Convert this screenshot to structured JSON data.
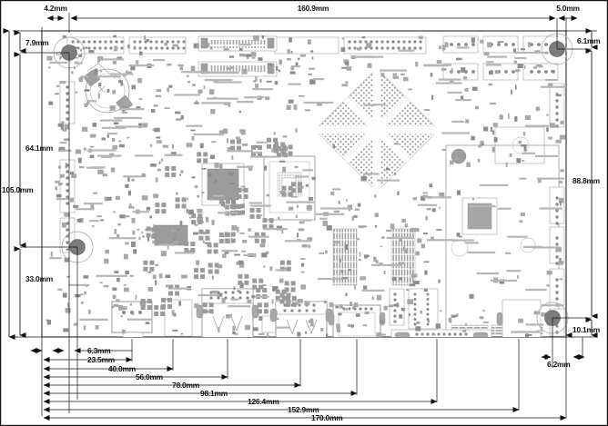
{
  "drawing": {
    "type": "mechanical-dimension-drawing",
    "subject": "single-board-computer-pcb",
    "units": "mm",
    "background_color": "#ffffff",
    "line_color": "#1a1a1a",
    "component_color": "#8c8c8c",
    "component_fill": "#bfbfbf",
    "outline_color": "#4d4d4d"
  },
  "dimensions": {
    "top": [
      {
        "id": "dim-4-2",
        "label": "4.2mm",
        "value": 4.2,
        "orientation": "horizontal",
        "position": "top-left"
      },
      {
        "id": "dim-160-9",
        "label": "160.9mm",
        "value": 160.9,
        "orientation": "horizontal",
        "position": "top-center"
      },
      {
        "id": "dim-5-0",
        "label": "5.0mm",
        "value": 5.0,
        "orientation": "horizontal",
        "position": "top-right"
      }
    ],
    "left": [
      {
        "id": "dim-7-9",
        "label": "7.9mm",
        "value": 7.9,
        "orientation": "vertical",
        "position": "left-top"
      },
      {
        "id": "dim-64-1",
        "label": "64.1mm",
        "value": 64.1,
        "orientation": "vertical",
        "position": "left-upper"
      },
      {
        "id": "dim-105-0",
        "label": "105.0mm",
        "value": 105.0,
        "orientation": "vertical",
        "position": "left-full"
      },
      {
        "id": "dim-33-0",
        "label": "33.0mm",
        "value": 33.0,
        "orientation": "vertical",
        "position": "left-lower"
      }
    ],
    "right": [
      {
        "id": "dim-6-1",
        "label": "6.1mm",
        "value": 6.1,
        "orientation": "vertical",
        "position": "right-top"
      },
      {
        "id": "dim-88-8",
        "label": "88.8mm",
        "value": 88.8,
        "orientation": "vertical",
        "position": "right-middle"
      },
      {
        "id": "dim-10-1",
        "label": "10.1mm",
        "value": 10.1,
        "orientation": "vertical",
        "position": "right-bottom"
      }
    ],
    "bottom": [
      {
        "id": "dim-6-3",
        "label": "6.3mm",
        "value": 6.3,
        "orientation": "horizontal",
        "row": 1
      },
      {
        "id": "dim-23-5",
        "label": "23.5mm",
        "value": 23.5,
        "orientation": "horizontal",
        "row": 2
      },
      {
        "id": "dim-40-0",
        "label": "40.0mm",
        "value": 40.0,
        "orientation": "horizontal",
        "row": 3
      },
      {
        "id": "dim-56-0",
        "label": "56.0mm",
        "value": 56.0,
        "orientation": "horizontal",
        "row": 4
      },
      {
        "id": "dim-78-0",
        "label": "78.0mm",
        "value": 78.0,
        "orientation": "horizontal",
        "row": 5
      },
      {
        "id": "dim-98-1",
        "label": "98.1mm",
        "value": 98.1,
        "orientation": "horizontal",
        "row": 6
      },
      {
        "id": "dim-126-4",
        "label": "126.4mm",
        "value": 126.4,
        "orientation": "horizontal",
        "row": 7
      },
      {
        "id": "dim-152-9",
        "label": "152.9mm",
        "value": 152.9,
        "orientation": "horizontal",
        "row": 8
      },
      {
        "id": "dim-170-0",
        "label": "170.0mm",
        "value": 170.0,
        "orientation": "horizontal",
        "row": 9
      },
      {
        "id": "dim-6-2",
        "label": "6.2mm",
        "value": 6.2,
        "orientation": "horizontal",
        "position": "bottom-right"
      }
    ]
  },
  "board": {
    "width_mm": 170.0,
    "height_mm": 105.0,
    "mounting_holes": [
      {
        "id": "hole-top-left",
        "x_mm": 4.2,
        "y_mm": 7.9
      },
      {
        "id": "hole-top-right",
        "x_mm": 165.0,
        "y_mm": 6.1
      },
      {
        "id": "hole-bottom-left",
        "x_mm": 6.3,
        "y_mm": 72.0
      },
      {
        "id": "hole-bottom-right",
        "x_mm": 163.8,
        "y_mm": 94.9
      }
    ]
  }
}
